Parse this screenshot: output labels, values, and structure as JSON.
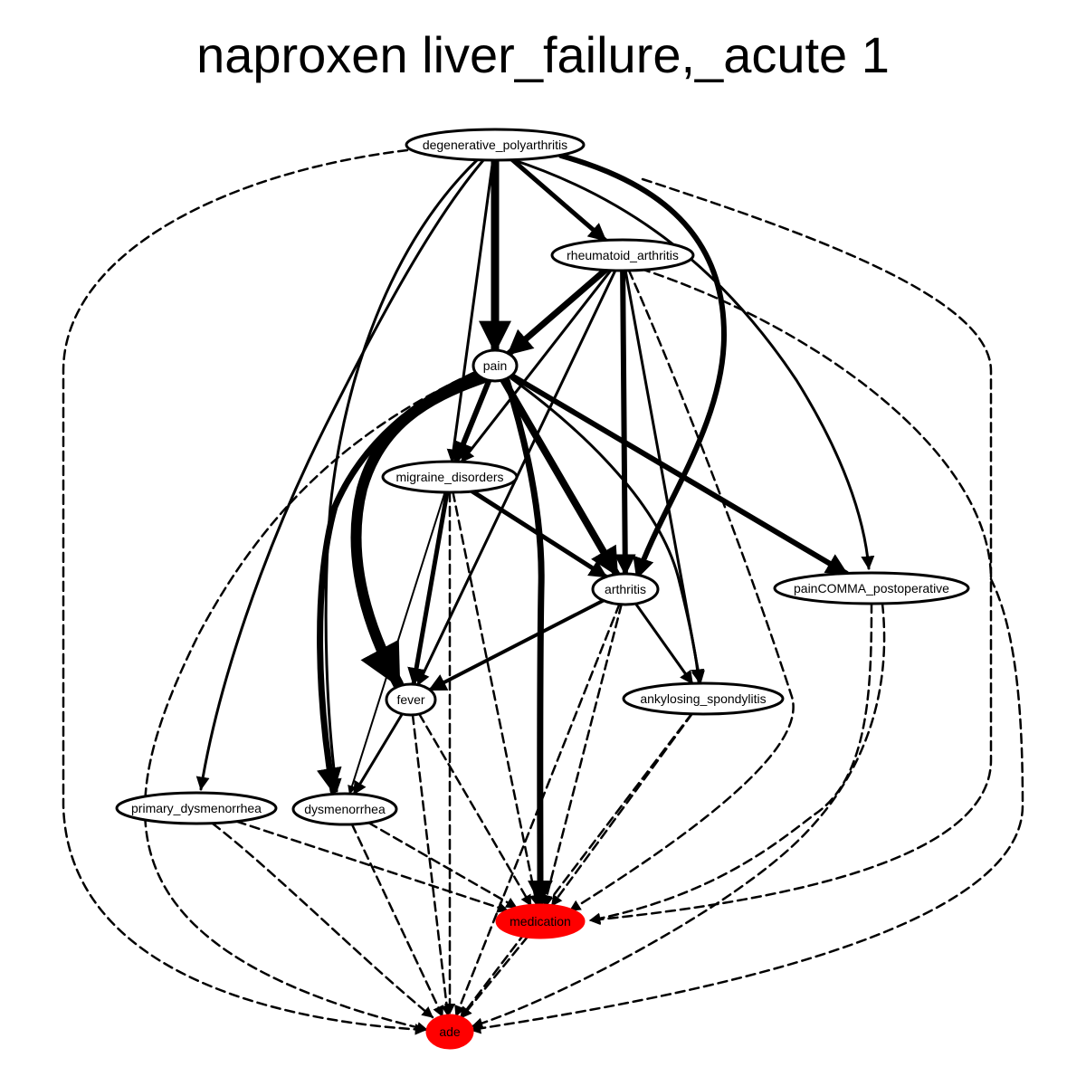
{
  "title": "naproxen liver_failure,_acute 1",
  "colors": {
    "highlight": "#ff0000",
    "node_fill": "#ffffff",
    "stroke": "#000000"
  },
  "nodes": [
    {
      "id": "degenerative_polyarthritis",
      "label": "degenerative_polyarthritis",
      "highlight": false
    },
    {
      "id": "rheumatoid_arthritis",
      "label": "rheumatoid_arthritis",
      "highlight": false
    },
    {
      "id": "pain",
      "label": "pain",
      "highlight": false
    },
    {
      "id": "migraine_disorders",
      "label": "migraine_disorders",
      "highlight": false
    },
    {
      "id": "arthritis",
      "label": "arthritis",
      "highlight": false
    },
    {
      "id": "painCOMMA_postoperative",
      "label": "painCOMMA_postoperative",
      "highlight": false
    },
    {
      "id": "fever",
      "label": "fever",
      "highlight": false
    },
    {
      "id": "ankylosing_spondylitis",
      "label": "ankylosing_spondylitis",
      "highlight": false
    },
    {
      "id": "primary_dysmenorrhea",
      "label": "primary_dysmenorrhea",
      "highlight": false
    },
    {
      "id": "dysmenorrhea",
      "label": "dysmenorrhea",
      "highlight": false
    },
    {
      "id": "medication",
      "label": "medication",
      "highlight": true
    },
    {
      "id": "ade",
      "label": "ade",
      "highlight": true
    }
  ],
  "edges": [
    {
      "from": "degenerative_polyarthritis",
      "to": "pain",
      "weight": 9,
      "style": "solid"
    },
    {
      "from": "degenerative_polyarthritis",
      "to": "rheumatoid_arthritis",
      "weight": 5,
      "style": "solid"
    },
    {
      "from": "degenerative_polyarthritis",
      "to": "arthritis",
      "weight": 6,
      "style": "solid"
    },
    {
      "from": "degenerative_polyarthritis",
      "to": "migraine_disorders",
      "weight": 3,
      "style": "solid"
    },
    {
      "from": "degenerative_polyarthritis",
      "to": "dysmenorrhea",
      "weight": 3,
      "style": "solid"
    },
    {
      "from": "degenerative_polyarthritis",
      "to": "primary_dysmenorrhea",
      "weight": 3,
      "style": "solid"
    },
    {
      "from": "degenerative_polyarthritis",
      "to": "painCOMMA_postoperative",
      "weight": 3,
      "style": "solid"
    },
    {
      "from": "degenerative_polyarthritis",
      "to": "ade",
      "weight": 2,
      "style": "dashed"
    },
    {
      "from": "degenerative_polyarthritis",
      "to": "medication",
      "weight": 2,
      "style": "dashed"
    },
    {
      "from": "rheumatoid_arthritis",
      "to": "pain",
      "weight": 7,
      "style": "solid"
    },
    {
      "from": "rheumatoid_arthritis",
      "to": "migraine_disorders",
      "weight": 3,
      "style": "solid"
    },
    {
      "from": "rheumatoid_arthritis",
      "to": "arthritis",
      "weight": 6,
      "style": "solid"
    },
    {
      "from": "rheumatoid_arthritis",
      "to": "fever",
      "weight": 3,
      "style": "solid"
    },
    {
      "from": "rheumatoid_arthritis",
      "to": "ankylosing_spondylitis",
      "weight": 3,
      "style": "solid"
    },
    {
      "from": "rheumatoid_arthritis",
      "to": "medication",
      "weight": 2,
      "style": "dashed"
    },
    {
      "from": "rheumatoid_arthritis",
      "to": "ade",
      "weight": 2,
      "style": "dashed"
    },
    {
      "from": "pain",
      "to": "migraine_disorders",
      "weight": 6,
      "style": "solid"
    },
    {
      "from": "pain",
      "to": "arthritis",
      "weight": 8,
      "style": "solid"
    },
    {
      "from": "pain",
      "to": "fever",
      "weight": 12,
      "style": "solid"
    },
    {
      "from": "pain",
      "to": "dysmenorrhea",
      "weight": 7,
      "style": "solid"
    },
    {
      "from": "pain",
      "to": "painCOMMA_postoperative",
      "weight": 6,
      "style": "solid"
    },
    {
      "from": "pain",
      "to": "ankylosing_spondylitis",
      "weight": 3,
      "style": "solid"
    },
    {
      "from": "pain",
      "to": "medication",
      "weight": 7,
      "style": "solid"
    },
    {
      "from": "pain",
      "to": "ade",
      "weight": 2,
      "style": "dashed"
    },
    {
      "from": "migraine_disorders",
      "to": "arthritis",
      "weight": 5,
      "style": "solid"
    },
    {
      "from": "migraine_disorders",
      "to": "fever",
      "weight": 5,
      "style": "solid"
    },
    {
      "from": "migraine_disorders",
      "to": "dysmenorrhea",
      "weight": 2,
      "style": "solid"
    },
    {
      "from": "migraine_disorders",
      "to": "medication",
      "weight": 2,
      "style": "dashed"
    },
    {
      "from": "migraine_disorders",
      "to": "ade",
      "weight": 2,
      "style": "dashed"
    },
    {
      "from": "arthritis",
      "to": "fever",
      "weight": 4,
      "style": "solid"
    },
    {
      "from": "arthritis",
      "to": "ankylosing_spondylitis",
      "weight": 3,
      "style": "solid"
    },
    {
      "from": "arthritis",
      "to": "medication",
      "weight": 2,
      "style": "dashed"
    },
    {
      "from": "arthritis",
      "to": "ade",
      "weight": 2,
      "style": "dashed"
    },
    {
      "from": "painCOMMA_postoperative",
      "to": "medication",
      "weight": 2,
      "style": "dashed"
    },
    {
      "from": "painCOMMA_postoperative",
      "to": "ade",
      "weight": 2,
      "style": "dashed"
    },
    {
      "from": "fever",
      "to": "dysmenorrhea",
      "weight": 3,
      "style": "solid"
    },
    {
      "from": "fever",
      "to": "medication",
      "weight": 2,
      "style": "dashed"
    },
    {
      "from": "fever",
      "to": "ade",
      "weight": 2,
      "style": "dashed"
    },
    {
      "from": "ankylosing_spondylitis",
      "to": "medication",
      "weight": 2,
      "style": "dashed"
    },
    {
      "from": "ankylosing_spondylitis",
      "to": "ade",
      "weight": 2,
      "style": "dashed"
    },
    {
      "from": "primary_dysmenorrhea",
      "to": "medication",
      "weight": 2,
      "style": "dashed"
    },
    {
      "from": "primary_dysmenorrhea",
      "to": "ade",
      "weight": 2,
      "style": "dashed"
    },
    {
      "from": "dysmenorrhea",
      "to": "medication",
      "weight": 2,
      "style": "dashed"
    },
    {
      "from": "dysmenorrhea",
      "to": "ade",
      "weight": 2,
      "style": "dashed"
    },
    {
      "from": "medication",
      "to": "ade",
      "weight": 2,
      "style": "dashed"
    }
  ]
}
